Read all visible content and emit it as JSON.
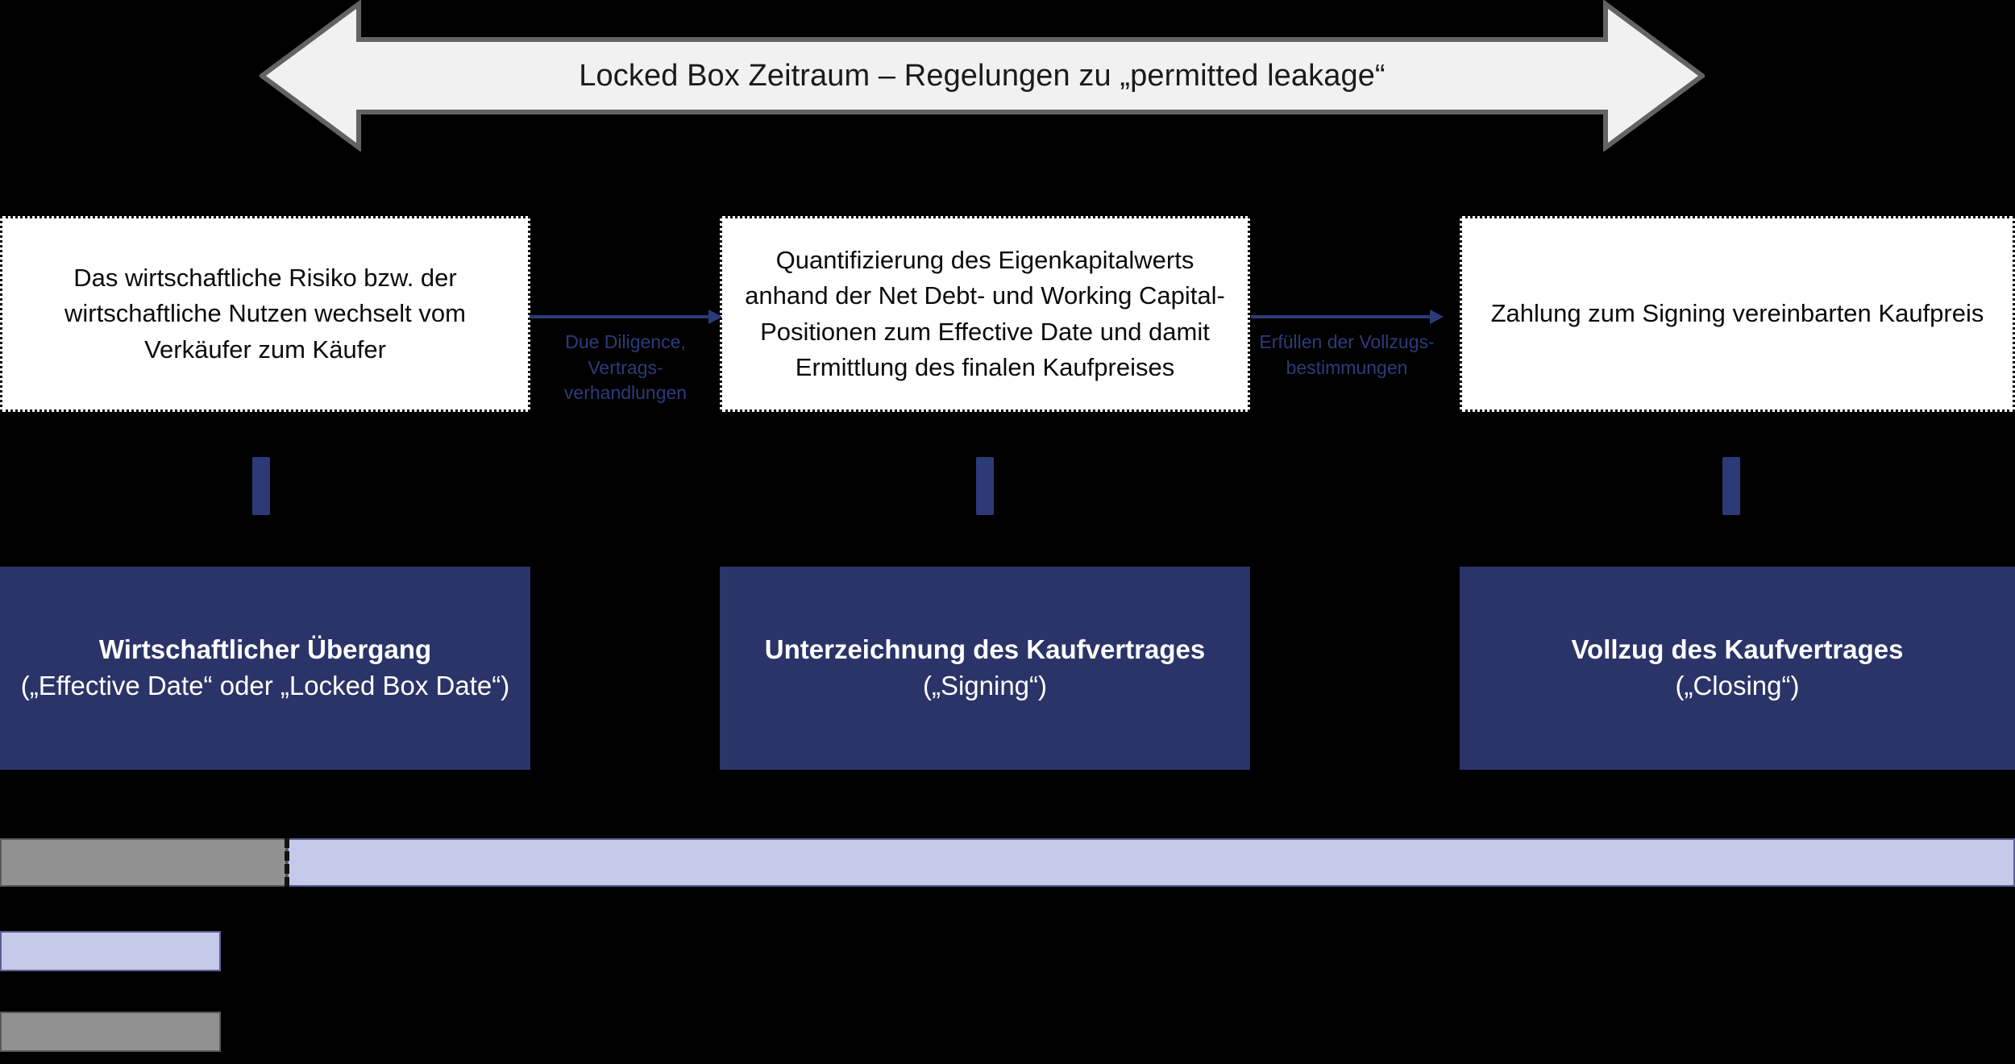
{
  "banner": {
    "label": "Locked Box Zeitraum – Regelungen zu „permitted leakage“",
    "fill": "#f1f1f1",
    "stroke": "#636363"
  },
  "colors": {
    "accent_navy": "#2b3468",
    "connector_navy": "#2c3b78",
    "bar_blue": "#c6caea",
    "bar_gray": "#919191",
    "background": "#000000",
    "box_white": "#ffffff"
  },
  "white_boxes": [
    {
      "text": "Das wirtschaftliche Risiko bzw. der wirtschaftliche Nutzen wechselt vom Verkäufer zum Käufer"
    },
    {
      "text": "Quantifizierung des Eigenkapitalwerts anhand der Net Debt- und Working Capital-Positionen zum Effective Date und damit Ermittlung des finalen Kaufpreises"
    },
    {
      "text": "Zahlung zum Signing vereinbarten Kaufpreis"
    }
  ],
  "connectors": [
    {
      "label": "Due Diligence, Vertrags-verhandlungen",
      "icon": "arrow-right-icon"
    },
    {
      "label": "Erfüllen der Vollzugs-bestimmungen",
      "icon": "arrow-right-icon"
    }
  ],
  "milestones": [
    {
      "title": "Wirtschaftlicher Übergang",
      "subtitle": "(„Effective Date“ oder „Locked Box Date“)"
    },
    {
      "title": "Unterzeichnung des Kaufvertrages",
      "subtitle": "(„Signing“)"
    },
    {
      "title": "Vollzug des Kaufvertrages",
      "subtitle": "(„Closing“)"
    }
  ],
  "timeline": {
    "segments": [
      {
        "name": "pre-effective-date",
        "color": "#919191"
      },
      {
        "name": "locked-box-period",
        "color": "#c6caea"
      }
    ]
  },
  "legend": [
    {
      "swatch_color": "#c6caea",
      "label": ""
    },
    {
      "swatch_color": "#919191",
      "label": ""
    }
  ]
}
